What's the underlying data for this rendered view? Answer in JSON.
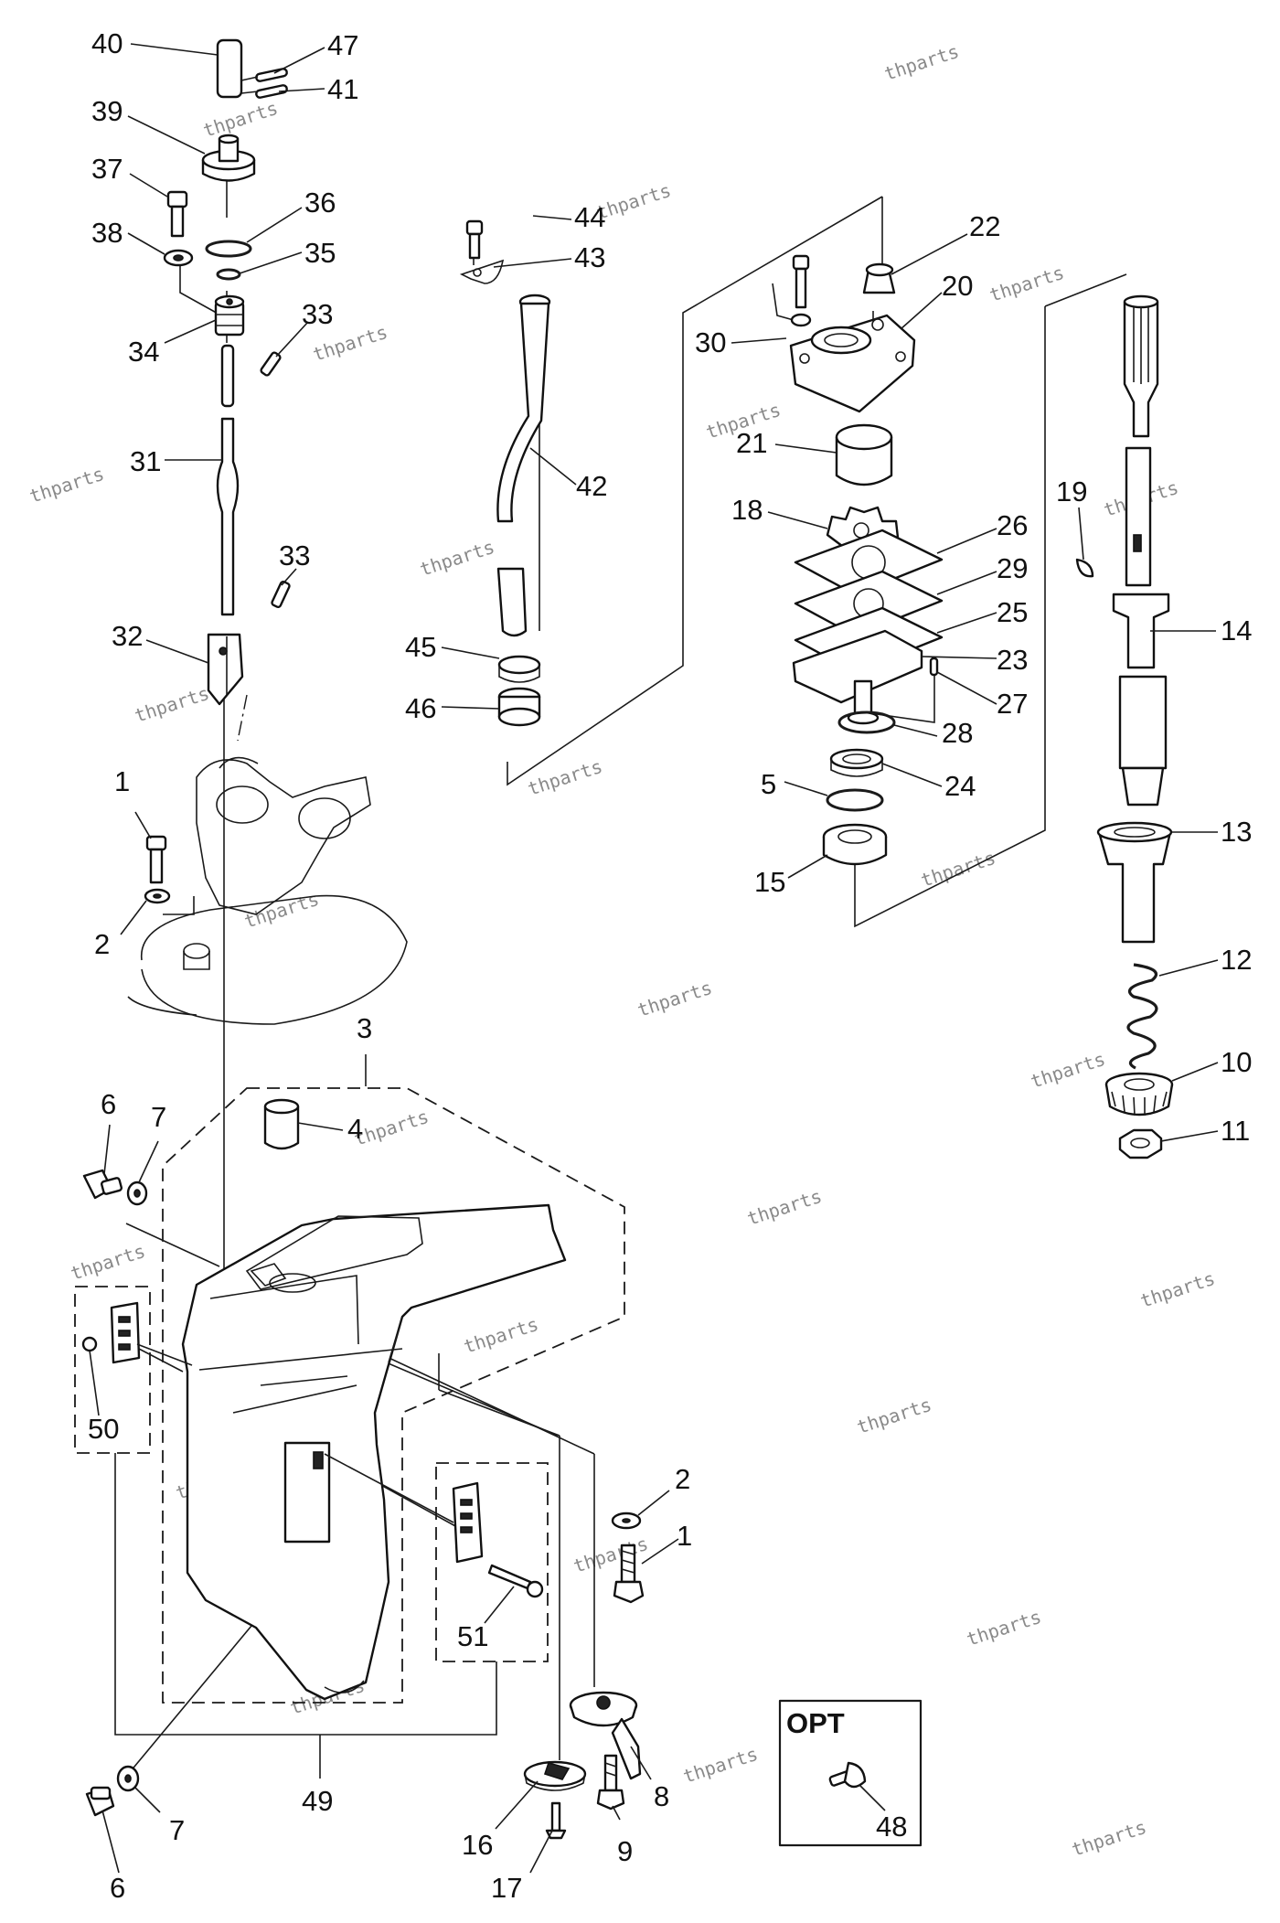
{
  "opt_label": "OPT",
  "watermark": "thparts",
  "labels": {
    "p1a": "1",
    "p1b": "1",
    "p2a": "2",
    "p2b": "2",
    "p3": "3",
    "p4": "4",
    "p5": "5",
    "p6a": "6",
    "p6b": "6",
    "p7a": "7",
    "p7b": "7",
    "p8": "8",
    "p9": "9",
    "p10": "10",
    "p11": "11",
    "p12": "12",
    "p13": "13",
    "p14": "14",
    "p15": "15",
    "p16": "16",
    "p17": "17",
    "p18": "18",
    "p19": "19",
    "p20": "20",
    "p21": "21",
    "p22": "22",
    "p23": "23",
    "p24": "24",
    "p25": "25",
    "p26": "26",
    "p27": "27",
    "p28": "28",
    "p29": "29",
    "p30": "30",
    "p31": "31",
    "p32": "32",
    "p33a": "33",
    "p33b": "33",
    "p34": "34",
    "p35": "35",
    "p36": "36",
    "p37": "37",
    "p38": "38",
    "p39": "39",
    "p40": "40",
    "p41": "41",
    "p42": "42",
    "p43": "43",
    "p44": "44",
    "p45": "45",
    "p46": "46",
    "p48": "48",
    "p47": "47",
    "p49": "49",
    "p50": "50",
    "p51": "51"
  }
}
